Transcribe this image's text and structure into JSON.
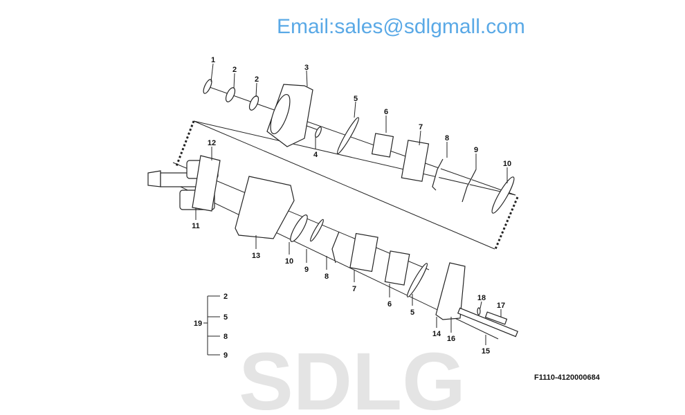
{
  "diagram": {
    "watermark": "SDLG",
    "email_watermark": "Email:sales@sdlgmall.com",
    "drawing_code": "F1110-4120000684",
    "callouts_upper": [
      "1",
      "2",
      "2",
      "3",
      "4",
      "5",
      "6",
      "7",
      "8",
      "9",
      "10"
    ],
    "callouts_lower": [
      "12",
      "11",
      "13",
      "10",
      "9",
      "8",
      "7",
      "6",
      "5",
      "14",
      "16",
      "15",
      "18",
      "17"
    ],
    "kit": {
      "label": "19",
      "items": [
        "2",
        "5",
        "8",
        "9"
      ]
    }
  }
}
